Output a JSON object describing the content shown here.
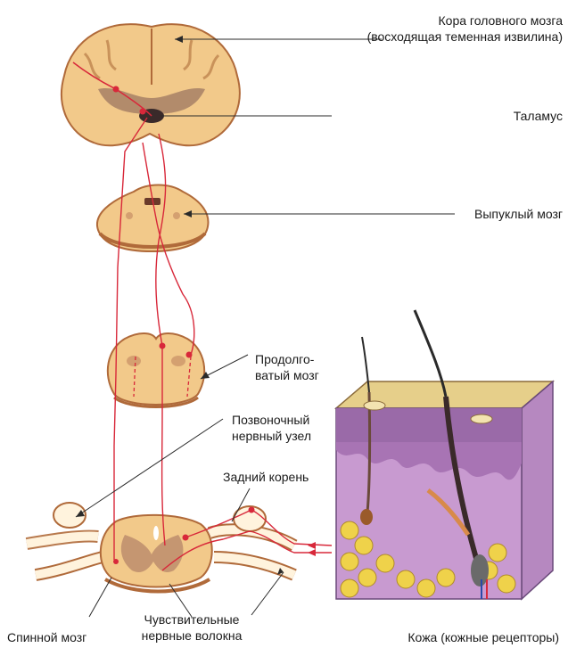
{
  "labels": {
    "cortex_line1": "Кора головного мозга",
    "cortex_line2": "(восходящая теменная извилина)",
    "thalamus": "Таламус",
    "pons": "Выпуклый мозг",
    "medulla_line1": "Продолго-",
    "medulla_line2": "ватый мозг",
    "ganglion_line1": "Позвоночный",
    "ganglion_line2": "нервный узел",
    "dorsal_root": "Задний корень",
    "spinal_cord": "Спинной мозг",
    "sensory_line1": "Чувствительные",
    "sensory_line2": "нервные волокна",
    "skin": "Кожа (кожные рецепторы)"
  },
  "colors": {
    "tissue": "#f2c98a",
    "tissue_edge": "#b06a3a",
    "grey_matter": "#b98a6a",
    "pathway": "#d8283a",
    "skin_top": "#e6cf8a",
    "dermis": "#b688c0",
    "fat": "#efd24a"
  }
}
